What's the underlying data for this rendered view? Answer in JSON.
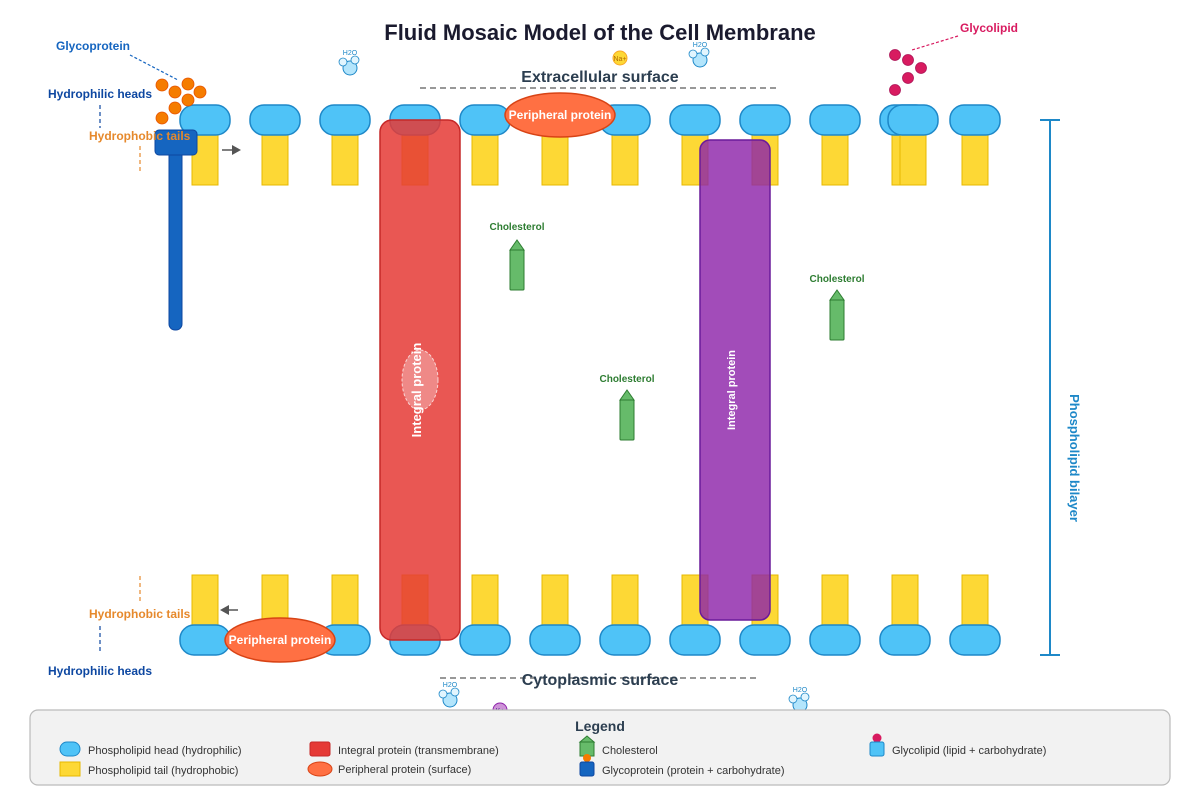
{
  "title": "Fluid Mosaic Model of the Cell Membrane",
  "surfaces": {
    "extracellular": "Extracellular surface",
    "cytoplasmic": "Cytoplasmic surface"
  },
  "labels": {
    "glycoprotein": "Glycoprotein",
    "glycolipid": "Glycolipid",
    "hydrophilic_heads": "Hydrophilic heads",
    "hydrophobic_tails": "Hydrophobic tails",
    "phospholipid_bilayer": "Phospholipid bilayer"
  },
  "proteins": {
    "integral_1": "Integral protein",
    "integral_2": "Integral protein",
    "peripheral_top": "Peripheral protein",
    "peripheral_bottom": "Peripheral protein"
  },
  "cholesterol_labels": [
    "Cholesterol",
    "Cholesterol",
    "Cholesterol"
  ],
  "molecules": {
    "water": "H2O",
    "sodium": "Na+",
    "potassium": "K+"
  },
  "legend": {
    "title": "Legend",
    "items": [
      "Phospholipid head (hydrophilic)",
      "Phospholipid tail (hydrophobic)",
      "Integral protein (transmembrane)",
      "Peripheral protein (surface)",
      "Cholesterol",
      "Glycoprotein (protein + carbohydrate)",
      "Glycolipid (lipid + carbohydrate)"
    ]
  },
  "colors": {
    "head": "#4fc3f7",
    "head_stroke": "#1e88c8",
    "tail": "#fdd835",
    "integral_red": "#e53935",
    "integral_purple": "#8e24aa",
    "peripheral": "#ff7043",
    "cholesterol": "#66bb6a",
    "glycoprotein": "#1565c0",
    "glycoprotein_sugar": "#f57c00",
    "glycolipid_sugar": "#d81b60",
    "label_blue": "#1565c0",
    "label_orange": "#e6892c",
    "title": "#1a1a2e"
  }
}
